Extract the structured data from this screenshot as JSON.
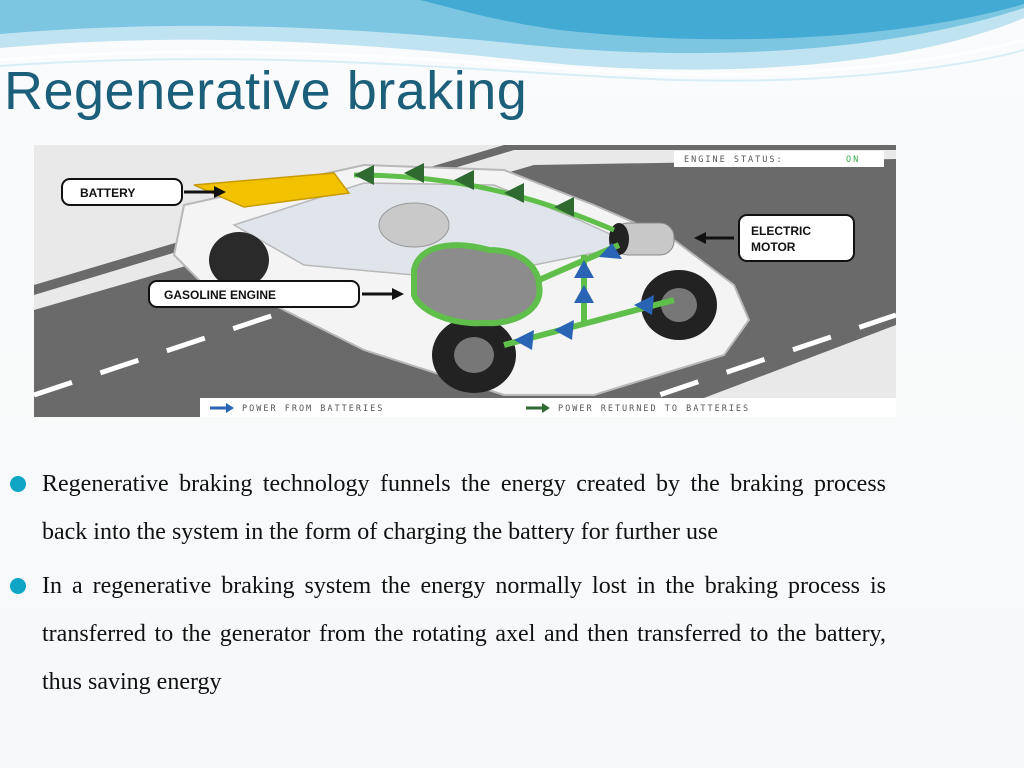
{
  "slide": {
    "title": "Regenerative braking"
  },
  "diagram": {
    "engine_status_label": "ENGINE STATUS:",
    "engine_status_value": "ON",
    "callouts": {
      "battery": "BATTERY",
      "electric_motor_line1": "ELECTRIC",
      "electric_motor_line2": "MOTOR",
      "gasoline_engine": "GASOLINE ENGINE"
    },
    "legend": {
      "from_batteries": "POWER FROM BATTERIES",
      "returned_to_batteries": "POWER RETURNED TO BATTERIES"
    },
    "colors": {
      "power_from_batteries": "#2a64b4",
      "power_returned": "#2f6b30",
      "battery": "#f2c200",
      "engine": "#5fbf4a"
    }
  },
  "bullets": [
    {
      "icon": "bullet-dot",
      "text": "Regenerative braking technology funnels the energy created by the braking process back into the system in the form of charging the battery for further use"
    },
    {
      "icon": "bullet-dot",
      "text": "In a regenerative braking system the energy normally lost in the braking process is transferred to the generator from the rotating axel and then transferred to the battery, thus saving energy"
    }
  ]
}
